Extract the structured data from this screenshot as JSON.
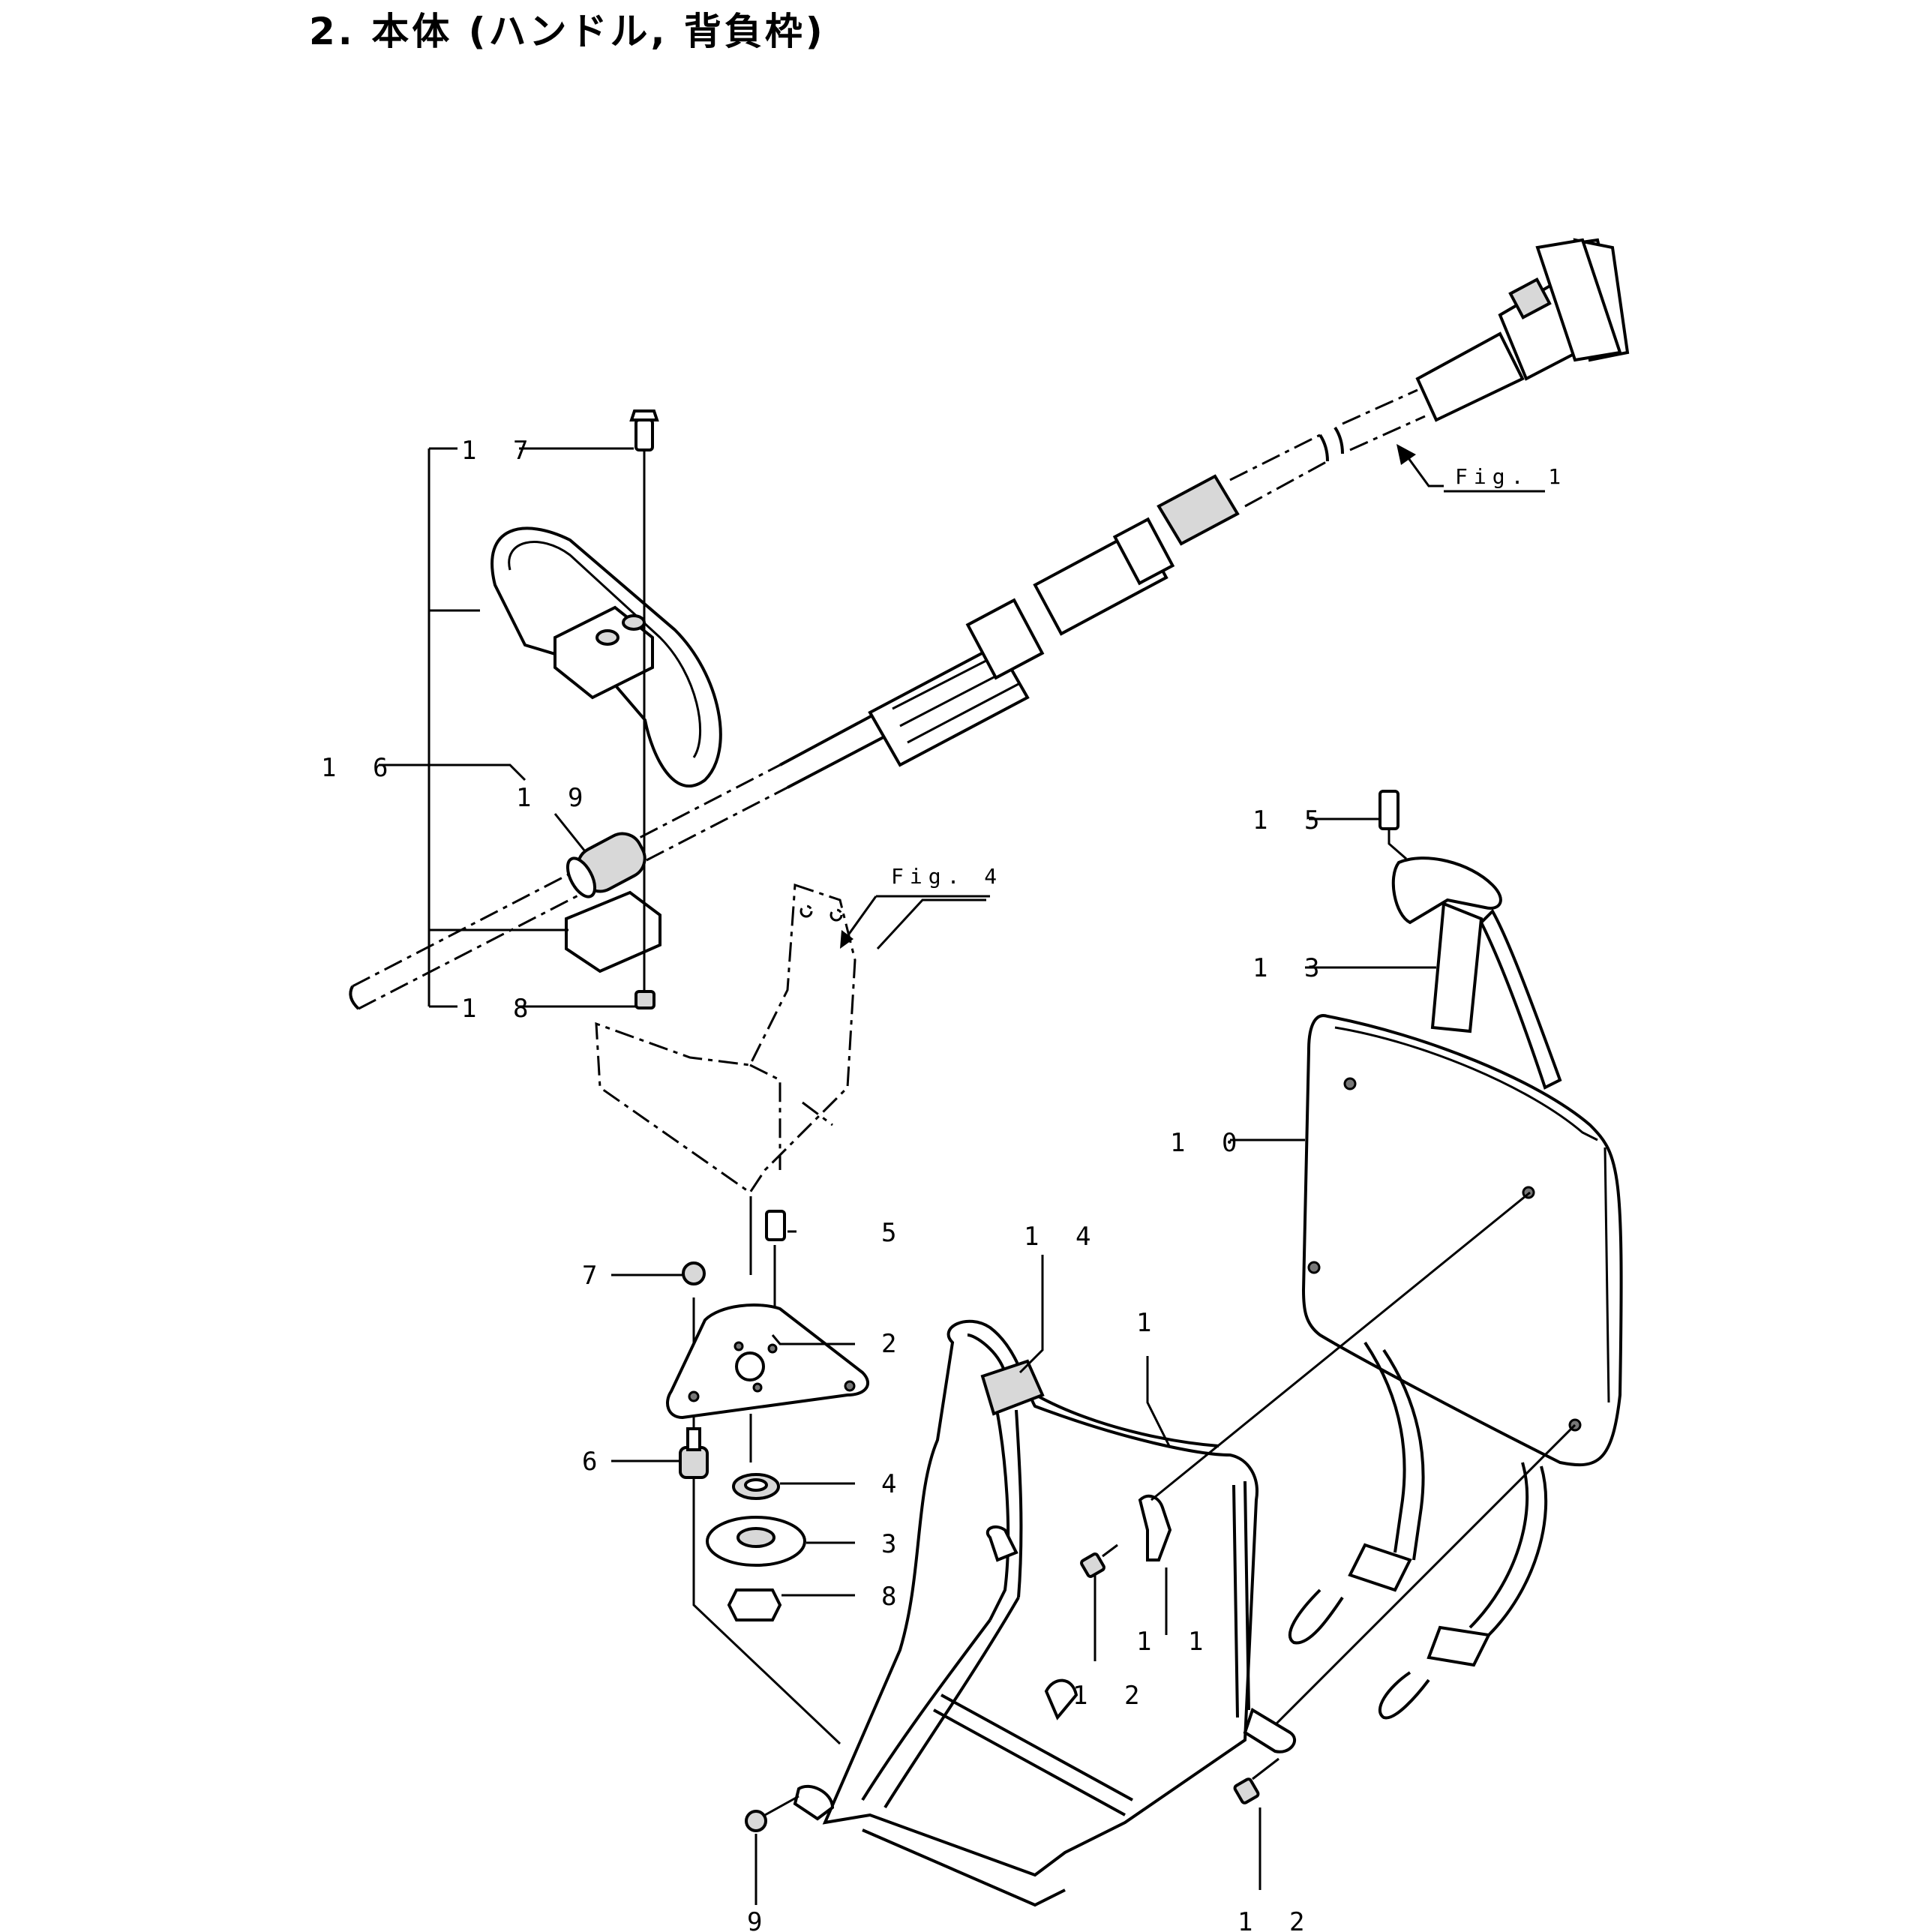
{
  "title": "2. 本体 (ハンドル, 背負枠)",
  "callouts": {
    "p1": "1",
    "p2": "2",
    "p3": "3",
    "p4": "4",
    "p5": "5",
    "p6": "6",
    "p7": "7",
    "p8": "8",
    "p9": "9",
    "p10": "1 0",
    "p11": "1 1",
    "p12a": "1 2",
    "p12b": "1 2",
    "p13": "1 3",
    "p14": "1 4",
    "p15": "1 5",
    "p16": "1 6",
    "p17": "1 7",
    "p18": "1 8",
    "p19": "1 9"
  },
  "figure_refs": {
    "fig1": "Fig. 1",
    "fig4": "Fig. 4"
  }
}
